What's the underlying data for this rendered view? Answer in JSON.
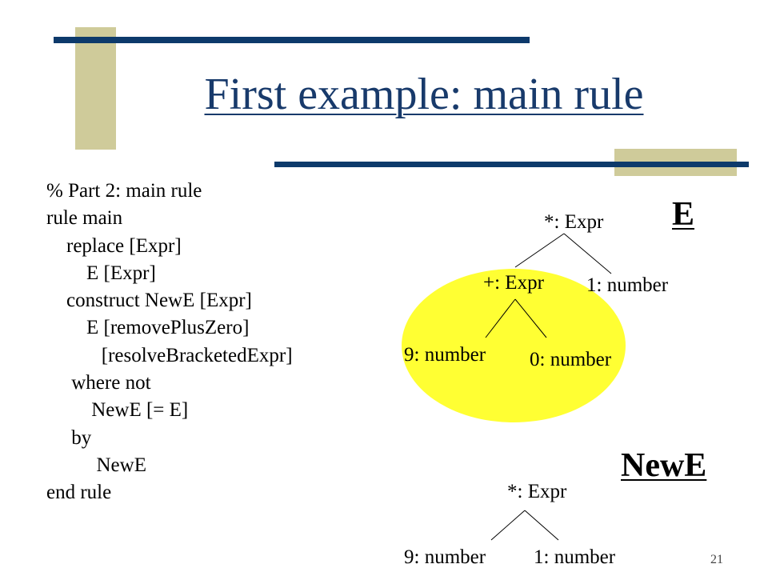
{
  "slide": {
    "title": "First example: main rule",
    "page_number": "21",
    "accent_colors": {
      "navy": "#0d3a6b",
      "khaki": "#cfcb9a",
      "highlight": "#ffff33"
    }
  },
  "code": {
    "lines": [
      "% Part 2: main rule",
      "rule main",
      "    replace [Expr]",
      "        E [Expr]",
      "    construct NewE [Expr]",
      "        E [removePlusZero]",
      "           [resolveBracketedExpr]",
      "     where not",
      "         NewE [= E]",
      "     by",
      "          NewE",
      "end rule"
    ]
  },
  "tree_e": {
    "heading": "E",
    "root": "*: Expr",
    "plus": "+: Expr",
    "right": "1: number",
    "leaf_left": "9: number",
    "leaf_right": "0: number"
  },
  "tree_newe": {
    "heading": "NewE",
    "root": "*: Expr",
    "left": "9: number",
    "right": "1: number"
  }
}
